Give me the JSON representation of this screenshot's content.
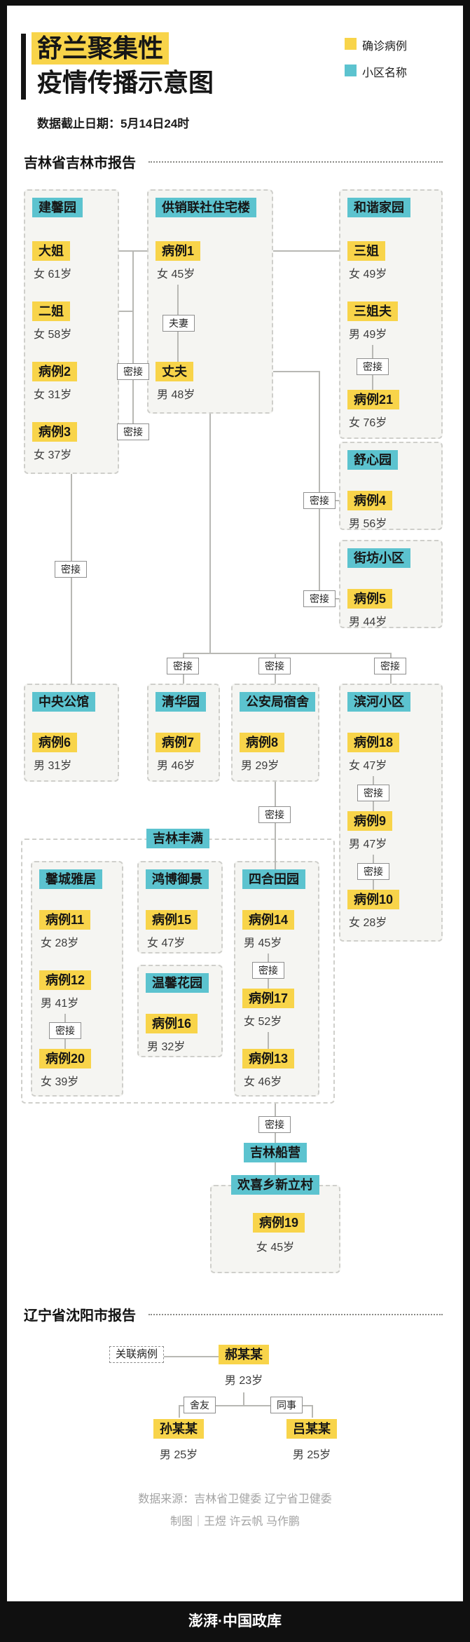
{
  "header": {
    "title_line1": "舒兰聚集性",
    "title_line2": "疫情传播示意图",
    "date_note": "数据截止日期：5月14日24时",
    "legend": {
      "confirmed": "确诊病例",
      "community": "小区名称"
    }
  },
  "colors": {
    "confirmed_highlight": "#F8D44A",
    "community_highlight": "#5CC3CF"
  },
  "sections": {
    "jilin": "吉林省吉林市报告",
    "liaoning": "辽宁省沈阳市报告"
  },
  "labels": {
    "close_contact": "密接",
    "couple": "夫妻",
    "related_case": "关联病例",
    "roommate": "舍友",
    "colleague": "同事"
  },
  "regions": {
    "fengman": "吉林丰满",
    "chuanying": "吉林船营"
  },
  "groups": {
    "jianxinyuan": {
      "name": "建馨园",
      "cases": [
        {
          "name": "大姐",
          "info": "女 61岁"
        },
        {
          "name": "二姐",
          "info": "女 58岁"
        },
        {
          "name": "病例2",
          "info": "女 31岁"
        },
        {
          "name": "病例3",
          "info": "女 37岁"
        }
      ]
    },
    "gongxiaolianshe": {
      "name": "供销联社住宅楼",
      "cases": [
        {
          "name": "病例1",
          "info": "女 45岁"
        },
        {
          "name": "丈夫",
          "info": "男 48岁"
        }
      ]
    },
    "hexiejiayuan": {
      "name": "和谐家园",
      "cases": [
        {
          "name": "三姐",
          "info": "女 49岁"
        },
        {
          "name": "三姐夫",
          "info": "男 49岁"
        },
        {
          "name": "病例21",
          "info": "女 76岁"
        }
      ]
    },
    "shuxinyuan": {
      "name": "舒心园",
      "cases": [
        {
          "name": "病例4",
          "info": "男 56岁"
        }
      ]
    },
    "jiefangxiaoqu": {
      "name": "街坊小区",
      "cases": [
        {
          "name": "病例5",
          "info": "男 44岁"
        }
      ]
    },
    "zhongyanggongguan": {
      "name": "中央公馆",
      "cases": [
        {
          "name": "病例6",
          "info": "男 31岁"
        }
      ]
    },
    "qinghuayuan": {
      "name": "清华园",
      "cases": [
        {
          "name": "病例7",
          "info": "男 46岁"
        }
      ]
    },
    "gonganjusushe": {
      "name": "公安局宿舍",
      "cases": [
        {
          "name": "病例8",
          "info": "男 29岁"
        }
      ]
    },
    "binhexiaoqu": {
      "name": "滨河小区",
      "cases": [
        {
          "name": "病例18",
          "info": "女 47岁"
        },
        {
          "name": "病例9",
          "info": "男 47岁"
        },
        {
          "name": "病例10",
          "info": "女 28岁"
        }
      ]
    },
    "xinchengyaju": {
      "name": "馨城雅居",
      "cases": [
        {
          "name": "病例11",
          "info": "女 28岁"
        },
        {
          "name": "病例12",
          "info": "男 41岁"
        },
        {
          "name": "病例20",
          "info": "女 39岁"
        }
      ]
    },
    "hongboyujing": {
      "name": "鸿博御景",
      "cases": [
        {
          "name": "病例15",
          "info": "女 47岁"
        }
      ]
    },
    "wenxinhuayuan": {
      "name": "温馨花园",
      "cases": [
        {
          "name": "病例16",
          "info": "男 32岁"
        }
      ]
    },
    "sihetianyuan": {
      "name": "四合田园",
      "cases": [
        {
          "name": "病例14",
          "info": "男 45岁"
        },
        {
          "name": "病例17",
          "info": "女 52岁"
        },
        {
          "name": "病例13",
          "info": "女 46岁"
        }
      ]
    },
    "huanxixiang": {
      "name": "欢喜乡新立村",
      "cases": [
        {
          "name": "病例19",
          "info": "女 45岁"
        }
      ]
    }
  },
  "shenyang": {
    "cases": [
      {
        "name": "郝某某",
        "info": "男 23岁"
      },
      {
        "name": "孙某某",
        "info": "男 25岁"
      },
      {
        "name": "吕某某",
        "info": "男 25岁"
      }
    ]
  },
  "footer": {
    "source": "数据来源：吉林省卫健委 辽宁省卫健委",
    "credits": "制图｜王煜 许云帆 马作鹏",
    "logo": "澎湃·中国政库"
  }
}
